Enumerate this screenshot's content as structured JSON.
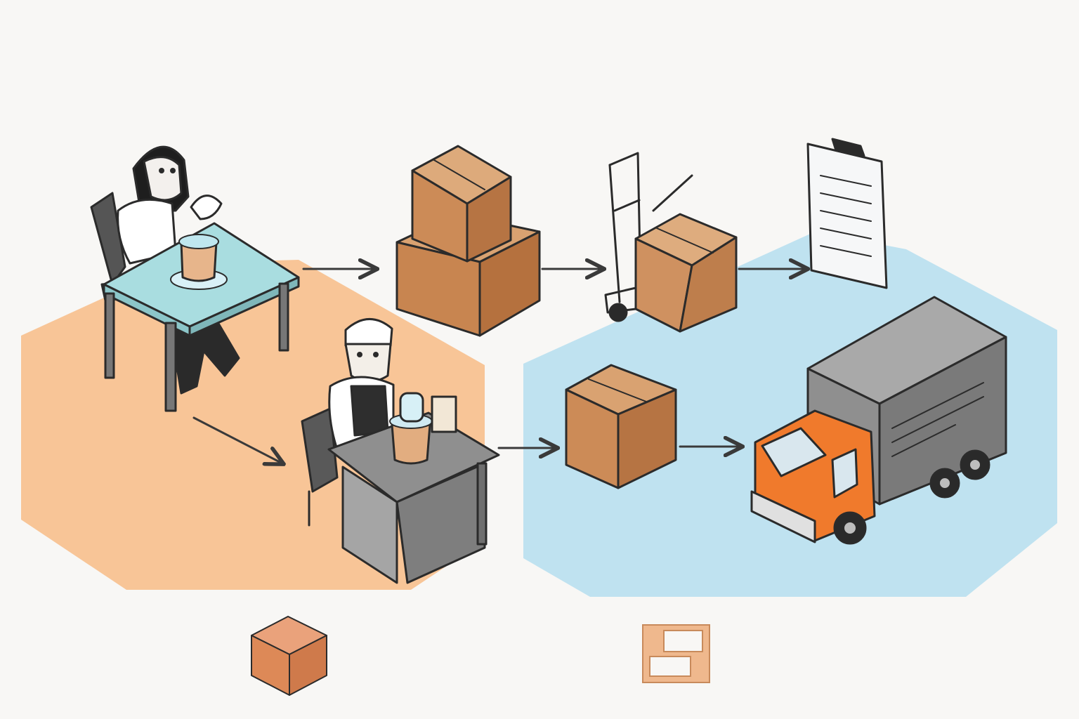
{
  "colors": {
    "background": "#f8f7f5",
    "packing_zone": "#f8c597",
    "shipping_zone": "#bfe2f0",
    "table_top": "#a9dde0",
    "desk_gray": "#9b9b9b",
    "box_top": "#d9a271",
    "box_left": "#c88550",
    "box_right": "#b5713e",
    "truck_cab": "#f07a2c",
    "truck_cargo": "#8f8f8f",
    "arrow": "#3a3a3a",
    "legend_box": "#e08a5c",
    "legend_label_icon": "#e6a676"
  },
  "zones": [
    {
      "id": "packing-zone",
      "color_key": "packing_zone"
    },
    {
      "id": "shipping-zone",
      "color_key": "shipping_zone"
    }
  ],
  "icons": {
    "worker_a": "woman-worker-icon",
    "worker_b": "man-worker-icon",
    "stacked_boxes": "stacked-boxes-icon",
    "hand_truck": "hand-truck-icon",
    "clipboard": "clipboard-checklist-icon",
    "single_box": "cardboard-box-icon",
    "truck": "delivery-truck-icon",
    "legend_box": "legend-box-icon",
    "legend_label": "legend-shipping-label-icon"
  },
  "flow": [
    {
      "from": "packing-table",
      "to": "stacked-boxes"
    },
    {
      "from": "stacked-boxes",
      "to": "hand-truck"
    },
    {
      "from": "hand-truck",
      "to": "clipboard"
    },
    {
      "from": "packing-table",
      "to": "gray-desk"
    },
    {
      "from": "gray-desk",
      "to": "single-box"
    },
    {
      "from": "single-box",
      "to": "truck"
    }
  ]
}
